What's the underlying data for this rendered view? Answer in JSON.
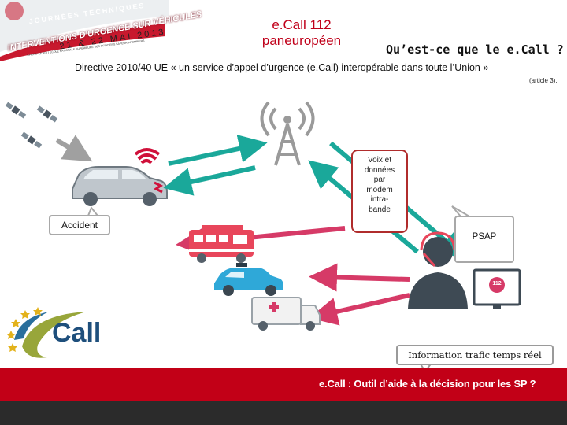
{
  "banner": {
    "line1": "JOURNÉES TECHNIQUES",
    "line2": "INTERVENTIONS D'URGENCE SUR VÉHICULES",
    "dates": "21 & 22 MAI 2013",
    "subtitle": "CHOISY LE ROI | ÉCOLE NATIONALE SUPÉRIEURE DES OFFICIERS SAPEURS-POMPIERS"
  },
  "slide": {
    "title_line1": "e.Call 112",
    "title_line2": "paneuropéen",
    "question": "Qu’est-ce que le e.Call ?",
    "directive_prefix": "Directive 2010/40 UE « un service d’appel d’urgence (e.Call) interopérable dans toute l’Union »",
    "article": "(article 3)."
  },
  "callouts": {
    "accident": "Accident",
    "psap": "PSAP",
    "voice_lines": [
      "Voix et",
      "données",
      "par",
      "modem",
      "intra-",
      "bande"
    ],
    "info": "Information trafic temps réel"
  },
  "logo": {
    "text": "Call"
  },
  "emergency_badge": "112",
  "bottom": {
    "text": "e.Call : Outil d’aide à la décision pour les SP ?"
  },
  "colors": {
    "accent_red": "#c20017",
    "teal_arrow": "#1aa89a",
    "pink_arrow": "#d63a67",
    "gray_arrow": "#9e9e9e",
    "dark_footer": "#2b2b2b"
  }
}
